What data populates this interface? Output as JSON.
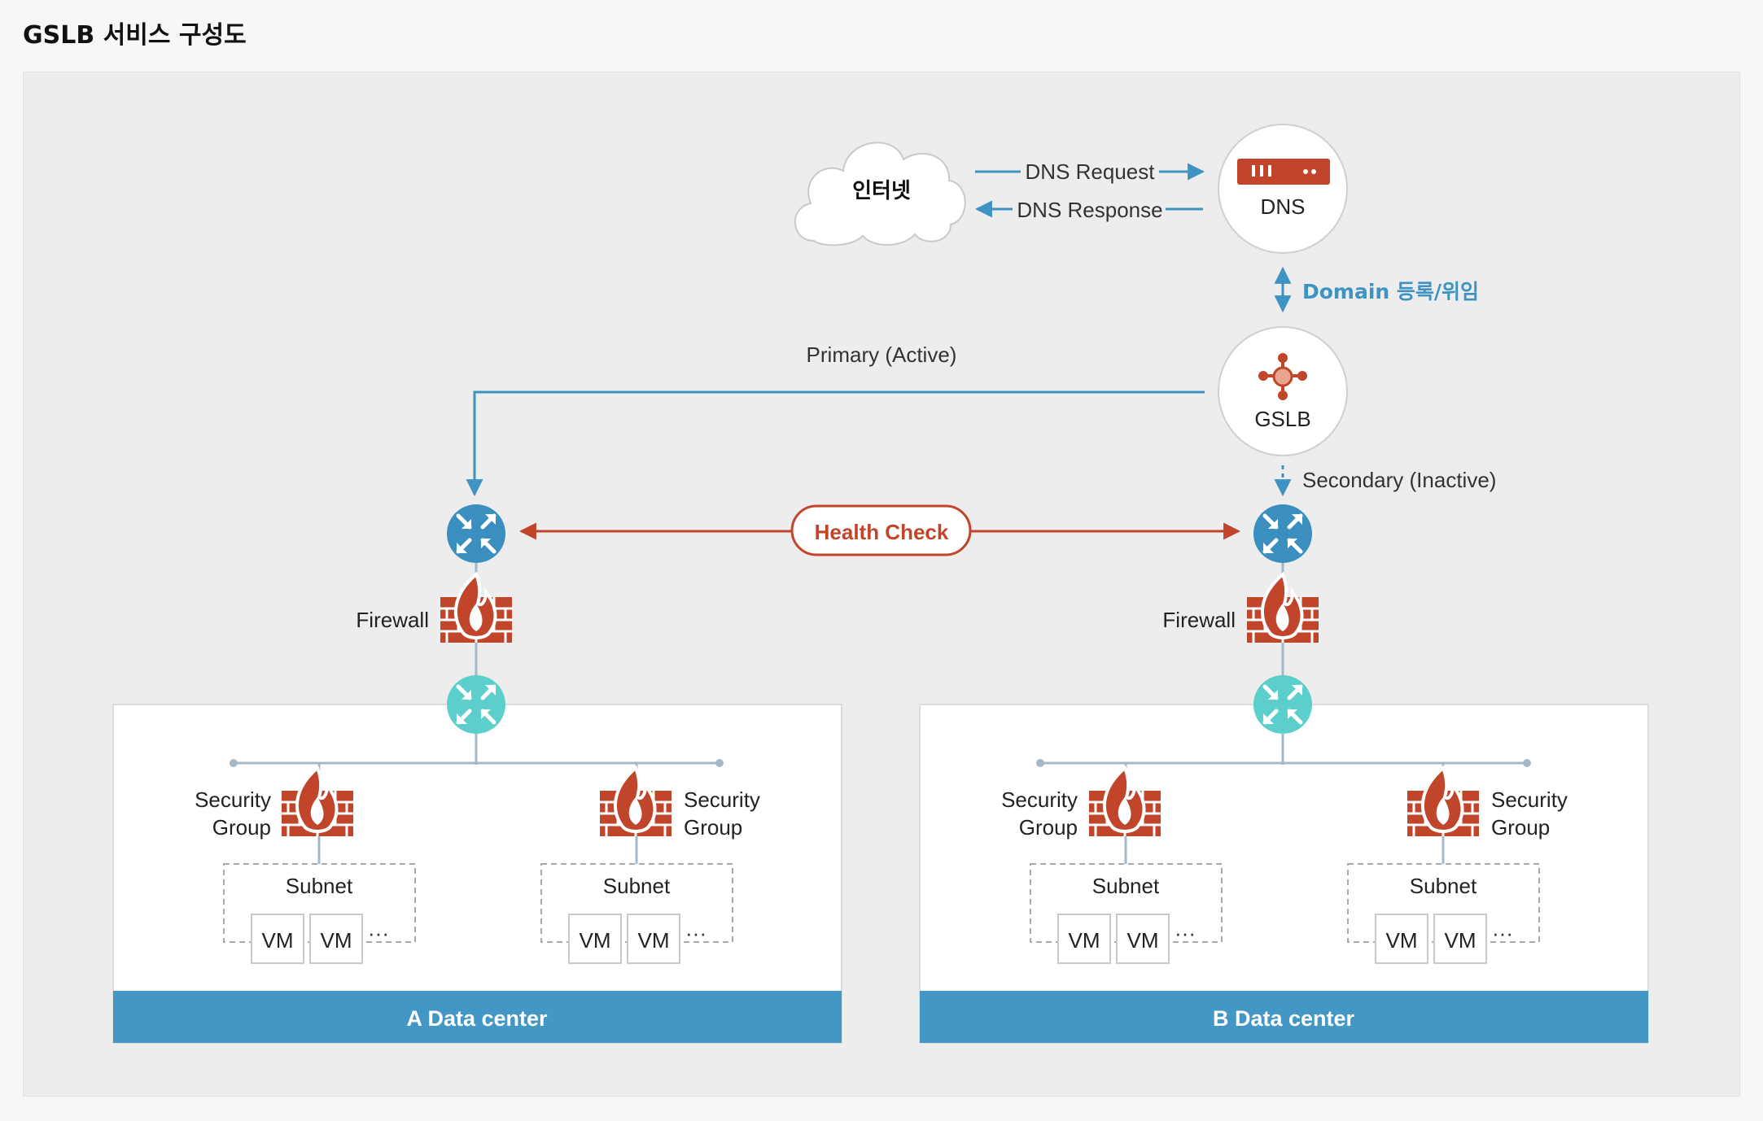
{
  "page_title": "GSLB 서비스 구성도",
  "internet": {
    "label": "인터넷"
  },
  "dns": {
    "label": "DNS",
    "request": "DNS Request",
    "response": "DNS Response"
  },
  "domain_label": "Domain 등록/위임",
  "gslb": {
    "label": "GSLB"
  },
  "primary_label": "Primary (Active)",
  "secondary_label": "Secondary (Inactive)",
  "health_check": "Health Check",
  "firewall_label": "Firewall",
  "security_group_line1": "Security",
  "security_group_line2": "Group",
  "subnet_label": "Subnet",
  "vm_label": "VM",
  "ellipsis": "···",
  "datacenters": [
    {
      "label": "A Data center"
    },
    {
      "label": "B Data center"
    }
  ],
  "colors": {
    "blue_line": "#3f93c3",
    "red_accent": "#c0452a",
    "router_blue": "#3a8fbf",
    "router_teal": "#5ccfcc",
    "dc_bar": "#4297c4"
  }
}
